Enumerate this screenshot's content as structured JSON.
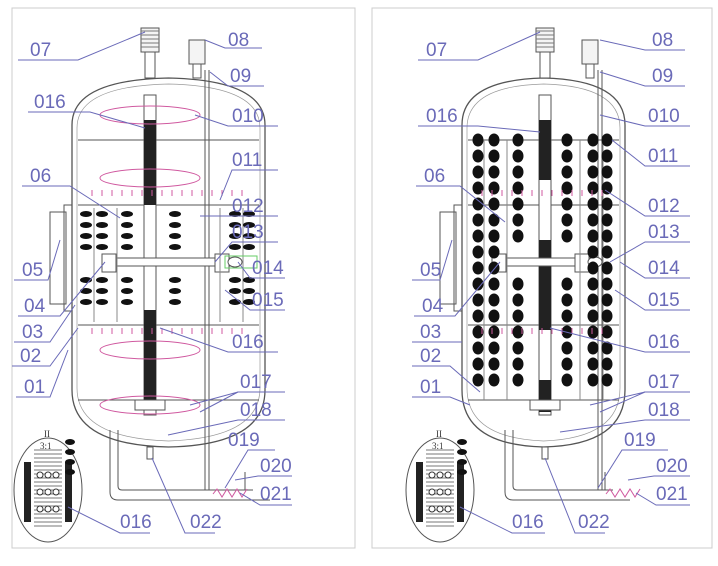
{
  "left": {
    "labels": [
      "07",
      "08",
      "016",
      "09",
      "010",
      "06",
      "011",
      "012",
      "013",
      "05",
      "014",
      "04",
      "015",
      "03",
      "02",
      "016",
      "01",
      "017",
      "018",
      "019",
      "020",
      "021",
      "016",
      "022"
    ],
    "detail_section": "II",
    "detail_scale": "3:1"
  },
  "right": {
    "labels": [
      "07",
      "08",
      "016",
      "09",
      "010",
      "06",
      "011",
      "012",
      "013",
      "05",
      "014",
      "04",
      "015",
      "03",
      "02",
      "016",
      "01",
      "017",
      "018",
      "019",
      "020",
      "021",
      "016",
      "022"
    ],
    "detail_section": "II",
    "detail_scale": "3:1"
  },
  "colors": {
    "label": "#6a6ab8",
    "flow": "#d05aa0",
    "line": "#555555",
    "fill": "#111111"
  }
}
